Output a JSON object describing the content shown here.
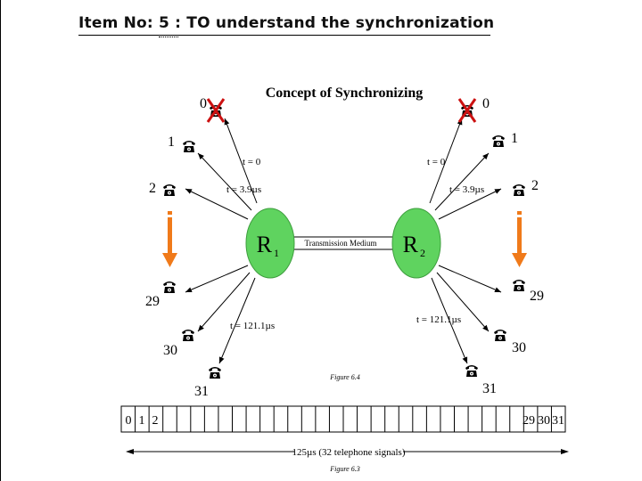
{
  "slide": {
    "title": "Item No: 5 : TO understand the synchronization"
  },
  "diagram": {
    "heading": "Concept of Synchronizing",
    "router_left": {
      "label": "R",
      "sub": "1"
    },
    "router_right": {
      "label": "R",
      "sub": "2"
    },
    "medium_label": "Transmission Medium",
    "time_labels": {
      "t0": "t = 0",
      "t1": "t = 3.9µs",
      "t31": "t = 121.1µs"
    },
    "phone_labels_left": [
      "0",
      "1",
      "2",
      "29",
      "30",
      "31"
    ],
    "phone_labels_right": [
      "0",
      "1",
      "2",
      "29",
      "30",
      "31"
    ],
    "figure_caption_top": "Figure 6.4",
    "frame_slots": {
      "start": [
        "0",
        "1",
        "2"
      ],
      "end": [
        "29",
        "30",
        "31"
      ]
    },
    "frame_duration": "125µs (32 telephone signals)",
    "figure_caption_bottom": "Figure 6.3",
    "colors": {
      "router_fill": "#5fd35f",
      "arrow_orange": "#f07a1a",
      "cross_red": "#cc1111"
    },
    "icons": [
      "telephone-icon",
      "red-cross-icon",
      "orange-down-arrow-icon"
    ]
  }
}
